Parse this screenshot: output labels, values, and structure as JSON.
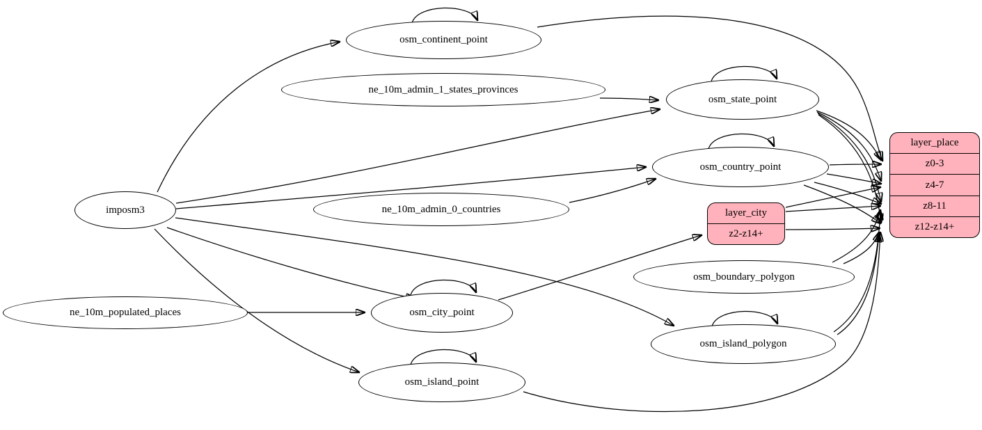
{
  "diagram": {
    "kind": "graphviz-etl-mapping",
    "colors": {
      "background": "#ffffff",
      "table_node_fill": "#ffffff",
      "layer_node_fill": "#ffb2bc",
      "stroke": "#000000"
    },
    "nodes": {
      "imposm3": {
        "label": "imposm3",
        "shape": "ellipse"
      },
      "osm_continent_point": {
        "label": "osm_continent_point",
        "shape": "ellipse",
        "self_loop": true
      },
      "ne_10m_admin_1_states_provinces": {
        "label": "ne_10m_admin_1_states_provinces",
        "shape": "ellipse"
      },
      "osm_state_point": {
        "label": "osm_state_point",
        "shape": "ellipse",
        "self_loop": true
      },
      "osm_country_point": {
        "label": "osm_country_point",
        "shape": "ellipse",
        "self_loop": true
      },
      "ne_10m_admin_0_countries": {
        "label": "ne_10m_admin_0_countries",
        "shape": "ellipse"
      },
      "ne_10m_populated_places": {
        "label": "ne_10m_populated_places",
        "shape": "ellipse"
      },
      "osm_city_point": {
        "label": "osm_city_point",
        "shape": "ellipse",
        "self_loop": true
      },
      "osm_boundary_polygon": {
        "label": "osm_boundary_polygon",
        "shape": "ellipse"
      },
      "osm_island_polygon": {
        "label": "osm_island_polygon",
        "shape": "ellipse",
        "self_loop": true
      },
      "osm_island_point": {
        "label": "osm_island_point",
        "shape": "ellipse",
        "self_loop": true
      },
      "layer_city": {
        "label": "layer_city",
        "shape": "record",
        "fill": "#ffb2bc",
        "rows": [
          "z2-z14+"
        ]
      },
      "layer_place": {
        "label": "layer_place",
        "shape": "record",
        "fill": "#ffb2bc",
        "rows": [
          "z0-3",
          "z4-7",
          "z8-11",
          "z12-z14+"
        ]
      }
    },
    "edges": [
      {
        "from": "imposm3",
        "to": "osm_continent_point"
      },
      {
        "from": "imposm3",
        "to": "osm_state_point"
      },
      {
        "from": "imposm3",
        "to": "osm_country_point"
      },
      {
        "from": "imposm3",
        "to": "osm_city_point"
      },
      {
        "from": "imposm3",
        "to": "osm_island_point"
      },
      {
        "from": "imposm3",
        "to": "osm_island_polygon"
      },
      {
        "from": "ne_10m_admin_1_states_provinces",
        "to": "osm_state_point"
      },
      {
        "from": "ne_10m_admin_0_countries",
        "to": "osm_country_point"
      },
      {
        "from": "ne_10m_populated_places",
        "to": "osm_city_point"
      },
      {
        "from": "osm_continent_point",
        "to": "osm_continent_point"
      },
      {
        "from": "osm_state_point",
        "to": "osm_state_point"
      },
      {
        "from": "osm_country_point",
        "to": "osm_country_point"
      },
      {
        "from": "osm_city_point",
        "to": "osm_city_point"
      },
      {
        "from": "osm_island_polygon",
        "to": "osm_island_polygon"
      },
      {
        "from": "osm_island_point",
        "to": "osm_island_point"
      },
      {
        "from": "osm_city_point",
        "to": "layer_city",
        "to_row": "z2-z14+"
      },
      {
        "from": "osm_continent_point",
        "to": "layer_place",
        "to_row": "z0-3"
      },
      {
        "from": "osm_state_point",
        "to": "layer_place",
        "to_row": "z0-3"
      },
      {
        "from": "osm_state_point",
        "to": "layer_place",
        "to_row": "z4-7"
      },
      {
        "from": "osm_state_point",
        "to": "layer_place",
        "to_row": "z8-11"
      },
      {
        "from": "osm_state_point",
        "to": "layer_place",
        "to_row": "z12-z14+"
      },
      {
        "from": "osm_country_point",
        "to": "layer_place",
        "to_row": "z0-3"
      },
      {
        "from": "osm_country_point",
        "to": "layer_place",
        "to_row": "z4-7"
      },
      {
        "from": "osm_country_point",
        "to": "layer_place",
        "to_row": "z8-11"
      },
      {
        "from": "osm_country_point",
        "to": "layer_place",
        "to_row": "z12-z14+"
      },
      {
        "from": "layer_city",
        "to": "layer_place",
        "to_row": "z4-7"
      },
      {
        "from": "layer_city",
        "to": "layer_place",
        "to_row": "z8-11"
      },
      {
        "from": "layer_city",
        "to": "layer_place",
        "to_row": "z12-z14+"
      },
      {
        "from": "osm_boundary_polygon",
        "to": "layer_place",
        "to_row": "z8-11"
      },
      {
        "from": "osm_boundary_polygon",
        "to": "layer_place",
        "to_row": "z12-z14+"
      },
      {
        "from": "osm_island_polygon",
        "to": "layer_place",
        "to_row": "z8-11"
      },
      {
        "from": "osm_island_polygon",
        "to": "layer_place",
        "to_row": "z12-z14+"
      },
      {
        "from": "osm_island_point",
        "to": "layer_place",
        "to_row": "z12-z14+"
      }
    ]
  }
}
